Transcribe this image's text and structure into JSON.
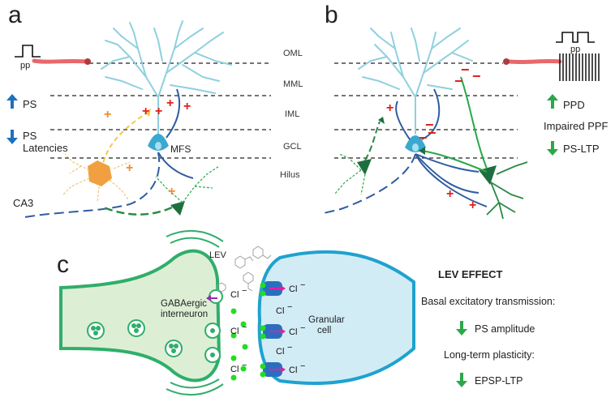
{
  "panels": {
    "a": "a",
    "b": "b",
    "c": "c"
  },
  "layers": [
    "OML",
    "MML",
    "IML",
    "GCL",
    "Hilus"
  ],
  "panel_a": {
    "pp": "pp",
    "ps": "PS",
    "ps_latencies_1": "PS",
    "ps_latencies_2": "Latencies",
    "mfs": "MFS",
    "ca3": "CA3",
    "arrow_up_color": "#1f6fbf",
    "arrow_down_color": "#1f6fbf"
  },
  "panel_b": {
    "pp": "pp",
    "ppd": "PPD",
    "impaired": "Impaired PPF",
    "psltp": "PS-LTP",
    "arrow_color": "#2aa84a"
  },
  "panel_c": {
    "lev": "LEV",
    "gaba_1": "GABAergic",
    "gaba_2": "interneuron",
    "granular_1": "Granular",
    "granular_2": "cell",
    "cl": "Cl",
    "minus": "−",
    "effect_title": "LEV EFFECT",
    "basal": "Basal excitatory transmission:",
    "ps_amp": "PS amplitude",
    "long_term": "Long-term plasticity:",
    "epsp": "EPSP-LTP"
  },
  "colors": {
    "dendrite": "#8fd0e0",
    "granule": "#3aa9cf",
    "axon": "#2f5d9f",
    "green": "#1f9d55",
    "orange": "#f28c28",
    "red_plus": "#e0201b",
    "gaba_fill": "#dcefd4",
    "gaba_stroke": "#2fae6a",
    "granular_fill": "#d2ecf6",
    "granular_stroke": "#1fa2cf"
  }
}
